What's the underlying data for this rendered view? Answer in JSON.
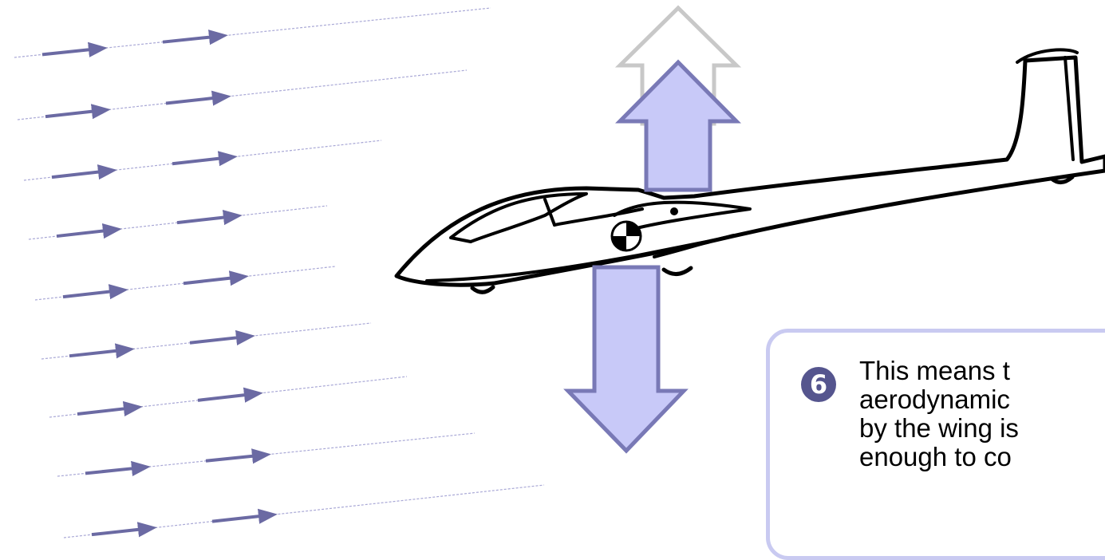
{
  "colors": {
    "airflow_arrow": "#6b6aa3",
    "airflow_line": "#a9a8d6",
    "force_arrow_fill": "#c8c9f8",
    "force_arrow_stroke": "#7979b6",
    "ghost_arrow_stroke": "#c8c8c8",
    "callout_border": "#c9caf1",
    "badge": "#55558e"
  },
  "icons": {
    "airflow": "arrow-right-icon",
    "lift": "arrow-up-icon",
    "weight": "arrow-down-icon",
    "center_of_gravity": "center-of-gravity-icon",
    "aircraft": "glider-icon"
  },
  "callout": {
    "step": "6",
    "lines": [
      "This means t",
      "aerodynamic",
      "by the wing is",
      "enough to co"
    ]
  }
}
